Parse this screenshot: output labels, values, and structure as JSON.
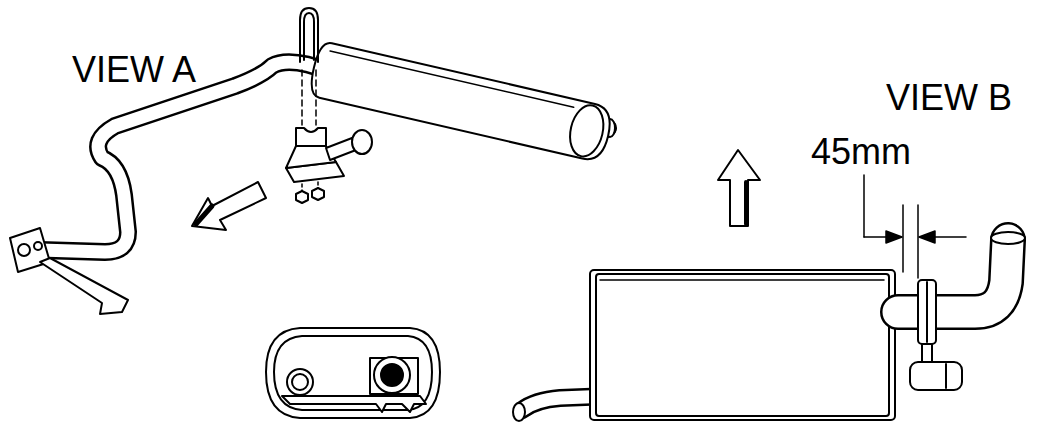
{
  "diagram": {
    "labels": [
      "VIEW A",
      "VIEW B",
      "45mm"
    ]
  }
}
